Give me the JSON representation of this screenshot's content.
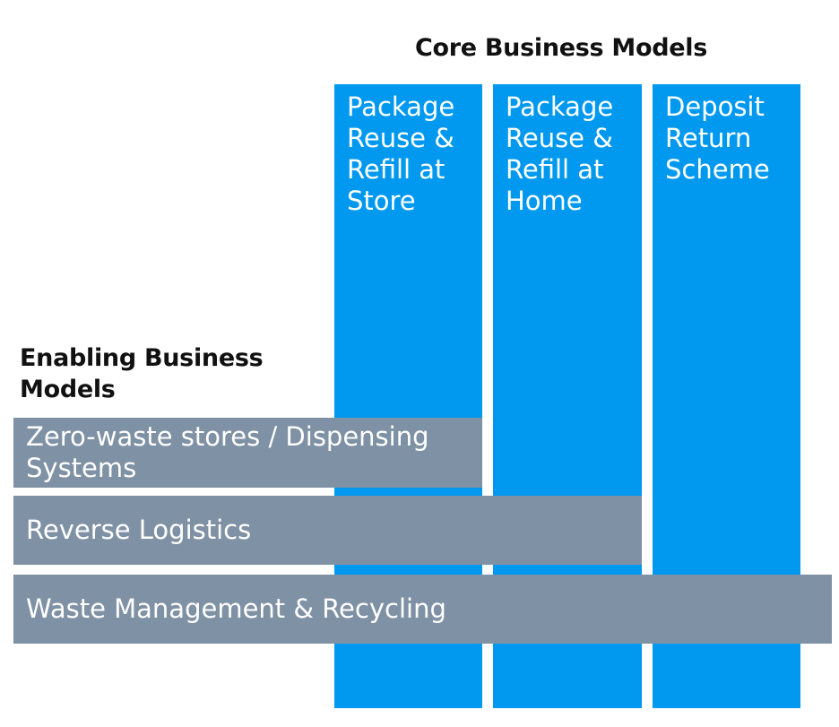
{
  "core": {
    "heading": "Core Business Models",
    "columns": [
      {
        "label": "Package\nReuse &\nRefill at\nStore"
      },
      {
        "label": "Package\nReuse &\nRefill at\nHome"
      },
      {
        "label": "Deposit\nReturn\nScheme"
      }
    ]
  },
  "enabling": {
    "heading": "Enabling Business Models",
    "bars": [
      {
        "label": "Zero-waste stores / Dispensing\nSystems"
      },
      {
        "label": "Reverse Logistics"
      },
      {
        "label": "Waste Management & Recycling"
      }
    ]
  },
  "colors": {
    "core_column": "#0099ef",
    "enabling_bar": "#7f91a4",
    "heading_text": "#111111",
    "label_text": "#ffffff"
  }
}
